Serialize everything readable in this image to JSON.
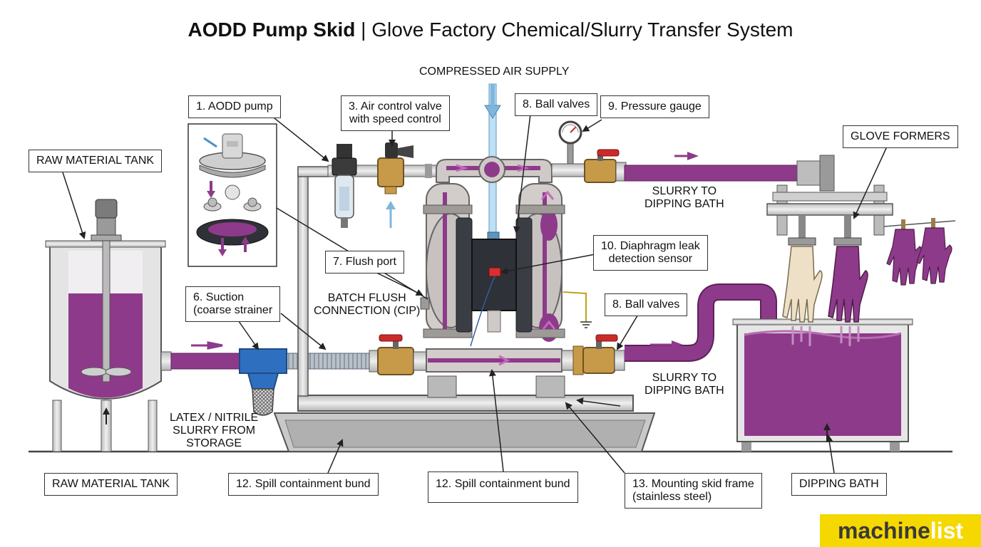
{
  "title": {
    "bold": "AODD Pump Skid",
    "rest": " | Glove Factory Chemical/Slurry Transfer System"
  },
  "labels": {
    "aodd_pump": "1. AODD pump",
    "air_control_1": "3. Air control valve",
    "air_control_2": "with speed control",
    "ball_valves_top": "8. Ball valves",
    "pressure_gauge": "9. Pressure gauge",
    "glove_formers": "GLOVE FORMERS",
    "raw_tank_top": "RAW MATERIAL TANK",
    "flush_port": "7. Flush port",
    "leak_sensor_1": "10. Diaphragm leak",
    "leak_sensor_2": "detection sensor",
    "suction_1": "6. Suction",
    "suction_2": "(coarse strainer",
    "ball_valves_bottom": "8. Ball valves",
    "raw_tank_bottom": "RAW MATERIAL TANK",
    "spill_bund_left": "12. Spill containment bund",
    "spill_bund_center": "12. Spill containment bund",
    "skid_frame_1": "13. Mounting skid frame",
    "skid_frame_2": "(stainless steel)",
    "dipping_bath": "DIPPING BATH"
  },
  "texts": {
    "compressed_air": "COMPRESSED AIR SUPPLY",
    "slurry_upper": "SLURRY TO\nDIPPING BATH",
    "slurry_lower": "SLURRY TO\nDIPPING BATH",
    "batch_flush": "BATCH FLUSH\nCONNECTION (CIP)",
    "latex_slurry": "LATEX / NITRILE\nSLURRY FROM\nSTORAGE"
  },
  "logo": {
    "part1": "machine",
    "part2": "list"
  },
  "colors": {
    "slurry": "#8e3a8a",
    "pipe_steel": "#c9c9c9",
    "air_line": "#7fb6dd",
    "valve_brass": "#c79a4a",
    "handle_red": "#cc2a2a",
    "strainer_blue": "#2f6fc0",
    "logo_yellow": "#f5d800"
  }
}
